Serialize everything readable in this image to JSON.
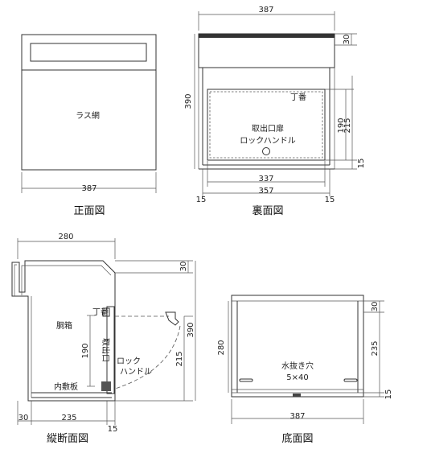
{
  "views": {
    "front": {
      "caption": "正面図",
      "mesh_label": "ラス網",
      "width_dim": "387"
    },
    "back": {
      "caption": "裏面図",
      "top_dim": "387",
      "top_height_dim": "30",
      "height_dim": "390",
      "hinge_label": "丁番",
      "door_label": "取出口扉",
      "handle_label": "ロックハンドル",
      "door_h_dim": "190",
      "door_h2_dim": "215",
      "bottom_gap_dim": "15",
      "inner_w_dim": "337",
      "outer_w_dim": "357",
      "side_left_dim": "15",
      "side_right_dim": "15"
    },
    "section": {
      "caption": "縦断面図",
      "depth_dim": "280",
      "top_dim": "30",
      "height_dim": "390",
      "body_label": "胴箱",
      "hinge_label": "丁番",
      "door_label": "取出口",
      "door_h_dim": "190",
      "handle_label_1": "ロック",
      "handle_label_2": "ハンドル",
      "h215_dim": "215",
      "bottom_board_label": "内敷板",
      "left_dim": "30",
      "width_dim": "235",
      "right_dim": "15"
    },
    "bottom": {
      "caption": "底面図",
      "depth_dim": "280",
      "top_dim": "30",
      "h235_dim": "235",
      "drain_label": "水抜き穴",
      "drain_size": "5×40",
      "bottom_dim": "15",
      "width_dim": "387"
    }
  }
}
